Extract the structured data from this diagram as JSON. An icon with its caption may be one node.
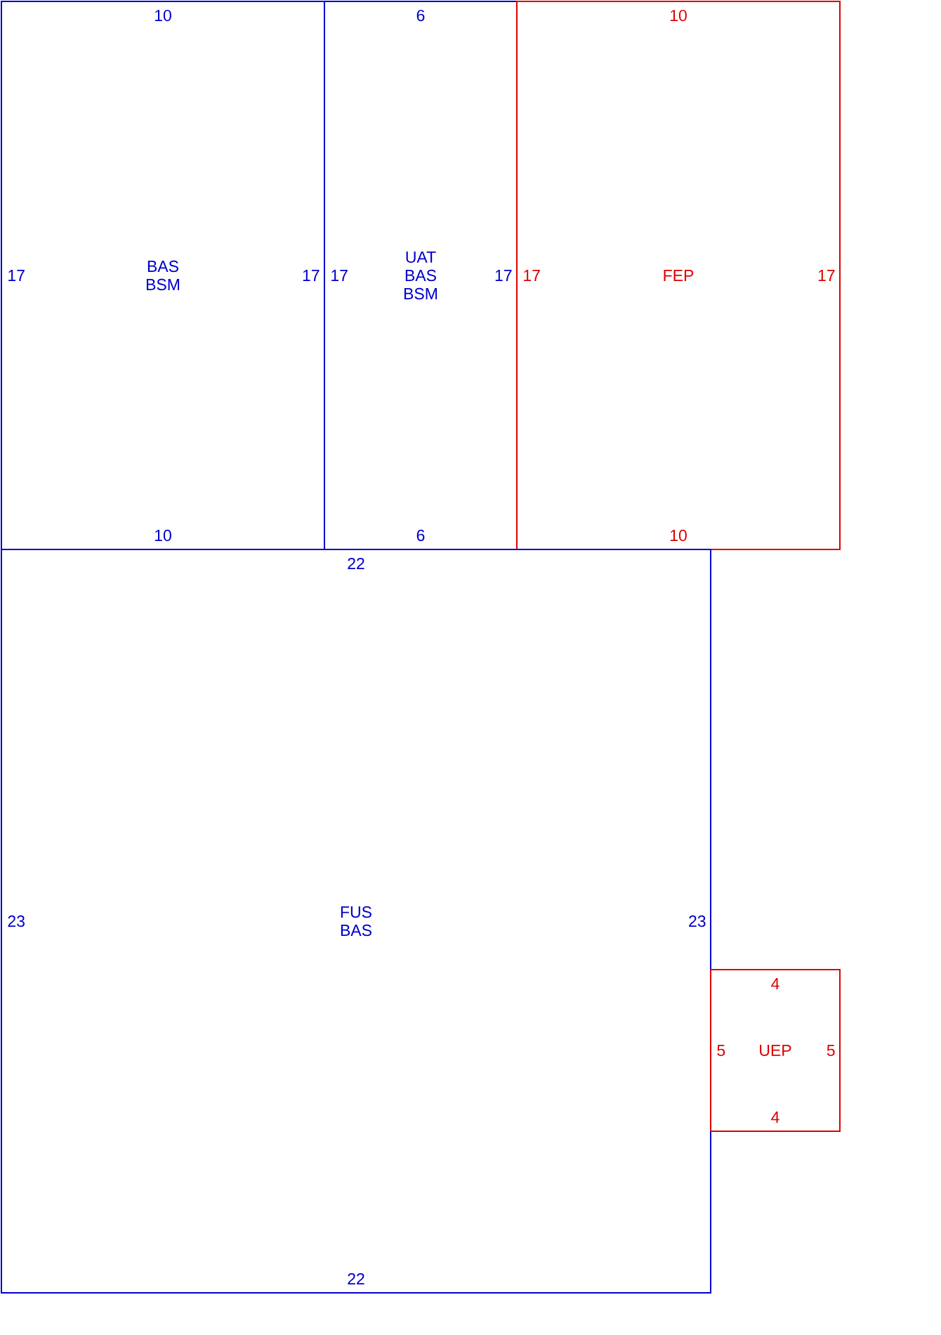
{
  "diagram": {
    "nodes": [
      {
        "text": [
          "10",
          "17",
          "BAS",
          "BSM",
          "17",
          "10"
        ]
      },
      {
        "text": [
          "6",
          "17",
          "UAT",
          "BAS",
          "BSM",
          "17",
          "6"
        ]
      },
      {
        "text": [
          "10",
          "17",
          "FEP",
          "17",
          "10"
        ]
      },
      {
        "text": [
          "22",
          "23",
          "FUS",
          "BAS",
          "23",
          "22"
        ]
      },
      {
        "text": [
          "4",
          "5",
          "UEP",
          "5",
          "4"
        ]
      }
    ]
  }
}
